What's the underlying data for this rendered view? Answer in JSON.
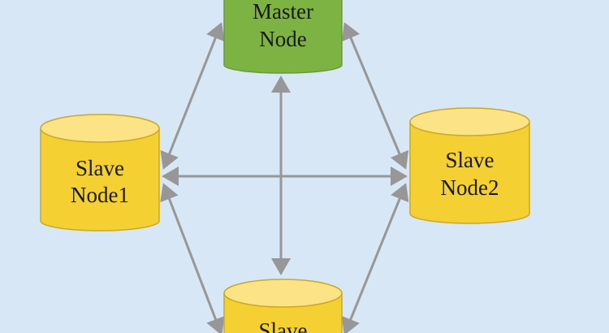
{
  "colors": {
    "background": "#d7e7f5",
    "master": "#7cb342",
    "slave": "#f5d033",
    "arrow": "#979797"
  },
  "nodes": {
    "master": {
      "line1": "Master",
      "line2": "Node"
    },
    "slave1": {
      "line1": "Slave",
      "line2": "Node1"
    },
    "slave2": {
      "line1": "Slave",
      "line2": "Node2"
    },
    "slave3": {
      "line1": "Slave"
    }
  }
}
